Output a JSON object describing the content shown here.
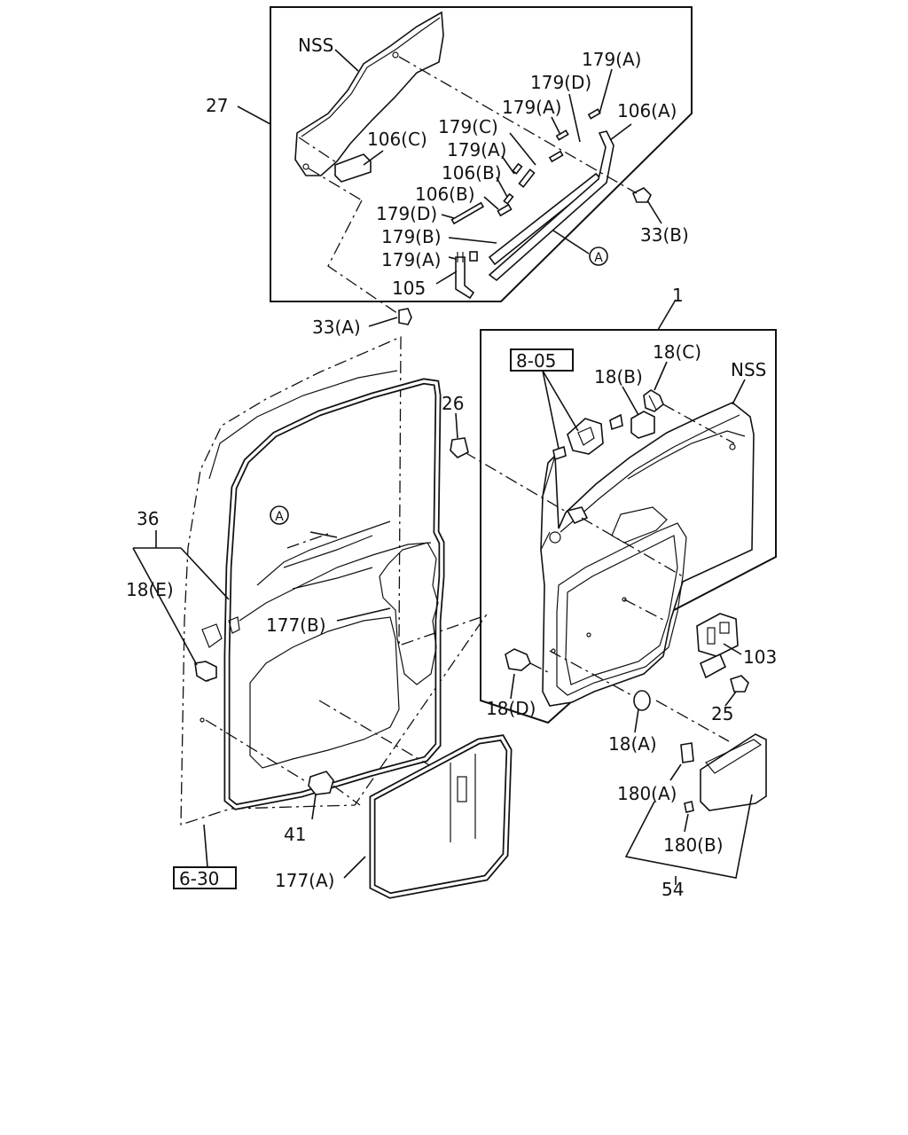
{
  "labels": {
    "l_nss_top": "NSS",
    "l_27": "27",
    "l_179A_1": "179(A)",
    "l_179D_1": "179(D)",
    "l_179A_2": "179(A)",
    "l_106A": "106(A)",
    "l_179C": "179(C)",
    "l_106C": "106(C)",
    "l_179A_3": "179(A)",
    "l_106B_1": "106(B)",
    "l_106B_2": "106(B)",
    "l_179D_2": "179(D)",
    "l_179B": "179(B)",
    "l_179A_4": "179(A)",
    "l_33B": "33(B)",
    "l_105": "105",
    "l_33A": "33(A)",
    "l_1": "1",
    "l_18C": "18(C)",
    "l_805": "8-05",
    "l_18B": "18(B)",
    "l_nss_right": "NSS",
    "l_26": "26",
    "l_36": "36",
    "l_18E": "18(E)",
    "l_177B": "177(B)",
    "l_103": "103",
    "l_18D": "18(D)",
    "l_25": "25",
    "l_18A": "18(A)",
    "l_180A": "180(A)",
    "l_41": "41",
    "l_180B": "180(B)",
    "l_630": "6-30",
    "l_177A": "177(A)",
    "l_54": "54",
    "l_circleA_top": "A",
    "l_circleA_door": "A"
  }
}
